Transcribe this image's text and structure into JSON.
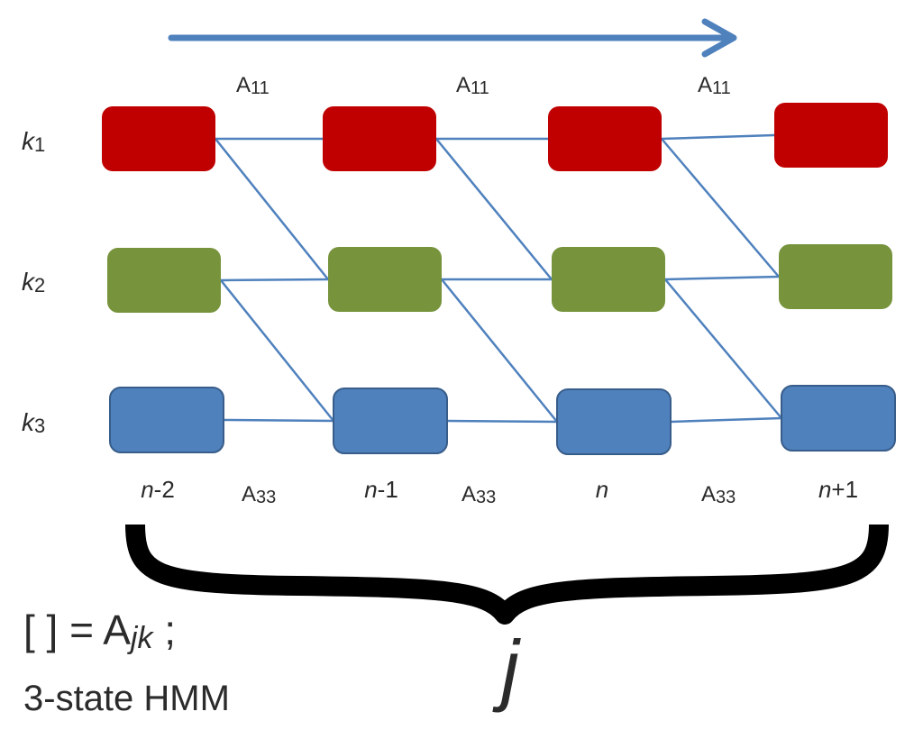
{
  "title": "",
  "colors": {
    "state_1": "#c00000",
    "state_2": "#77933c",
    "state_3": "#4f81bd",
    "edge": "#4f81bd",
    "arrow": "#4f81bd",
    "node_stroke_3": "#385d8a",
    "brace": "#000000"
  },
  "row_labels": [
    {
      "base": "k",
      "sub": "1"
    },
    {
      "base": "k",
      "sub": "2"
    },
    {
      "base": "k",
      "sub": "3"
    }
  ],
  "column_labels": [
    {
      "var": "n",
      "suffix": "-2"
    },
    {
      "var": "n",
      "suffix": "-1"
    },
    {
      "var": "n",
      "suffix": ""
    },
    {
      "var": "n",
      "suffix": "+1"
    }
  ],
  "top_transition_labels": [
    {
      "base": "A",
      "sub": "11"
    },
    {
      "base": "A",
      "sub": "11"
    },
    {
      "base": "A",
      "sub": "11"
    }
  ],
  "bottom_transition_labels": [
    {
      "base": "A",
      "sub": "33"
    },
    {
      "base": "A",
      "sub": "33"
    },
    {
      "base": "A",
      "sub": "33"
    }
  ],
  "brace_label": "j",
  "legend": {
    "brackets": "[  ]",
    "equals": " = A",
    "subscript": "jk",
    "suffix": " ;",
    "caption": "3-state HMM"
  }
}
